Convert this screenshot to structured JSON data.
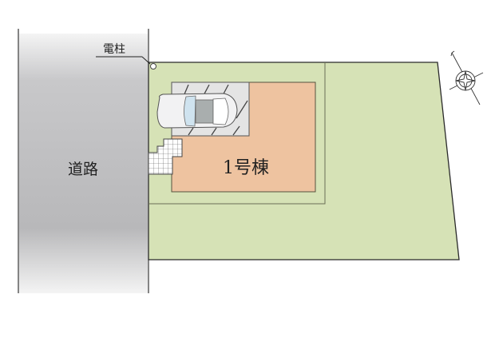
{
  "labels": {
    "road": "道路",
    "utility_pole": "電柱",
    "building": "1号棟"
  },
  "icons": {
    "compass": "compass-rose-icon",
    "car": "car-icon",
    "utility_pole": "utility-pole-marker-icon"
  },
  "colors": {
    "road_gradient_light": "#f3f3f3",
    "road_gradient_dark": "#b9b9bb",
    "lot": "#d6e2b6",
    "building": "#eec3a0",
    "parking": "#e4e4e4",
    "stairs": "#ffffff",
    "line": "#333333"
  }
}
